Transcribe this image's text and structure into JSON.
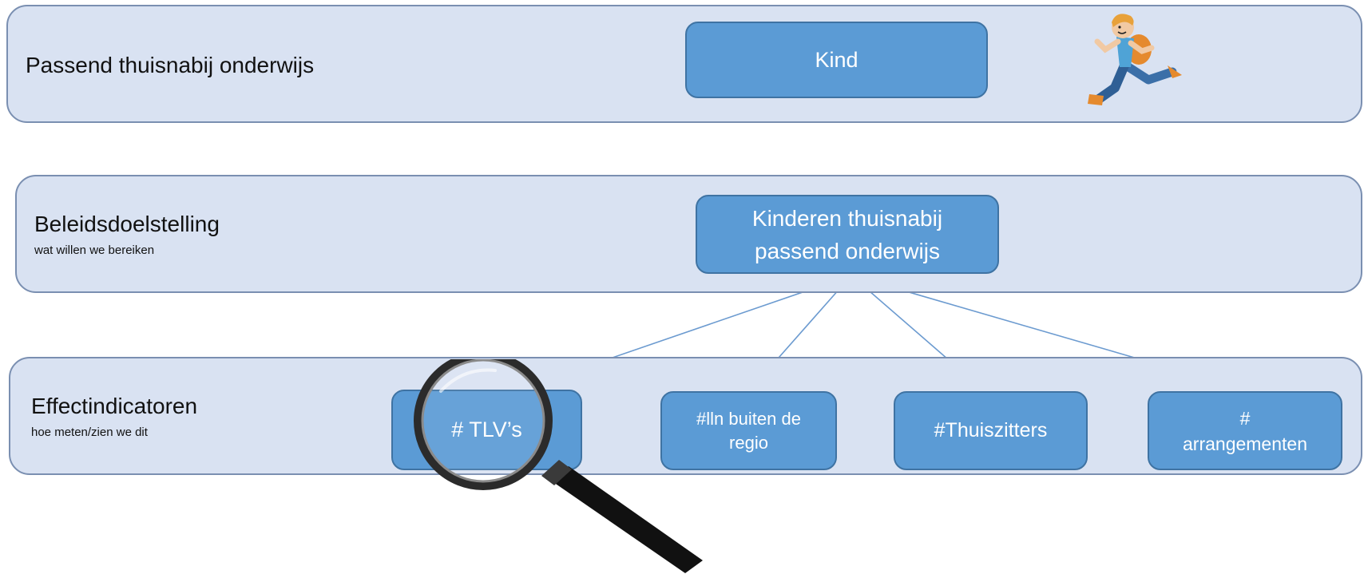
{
  "bands": [
    {
      "title": "Passend thuisnabij onderwijs",
      "subtitle": ""
    },
    {
      "title": "Beleidsdoelstelling",
      "subtitle": "wat willen we bereiken"
    },
    {
      "title": "Effectindicatoren",
      "subtitle": "hoe meten/zien we dit"
    }
  ],
  "nodes": {
    "kind": {
      "lines": [
        "Kind"
      ]
    },
    "goal": {
      "lines": [
        "Kinderen thuisnabij",
        "passend onderwijs"
      ]
    },
    "indicators": [
      {
        "lines": [
          "# TLV’s"
        ]
      },
      {
        "lines": [
          "#lln buiten de",
          "regio"
        ]
      },
      {
        "lines": [
          "#Thuiszitters"
        ]
      },
      {
        "lines": [
          "#",
          "arrangementen"
        ]
      }
    ]
  },
  "colors": {
    "band_fill": "#d9e2f2",
    "band_border": "#7a8fb1",
    "box_fill": "#5b9bd5",
    "box_border": "#3f73a3",
    "connector": "#6c9bd0"
  },
  "icons": [
    "running-boy-icon",
    "magnifying-glass-icon"
  ]
}
